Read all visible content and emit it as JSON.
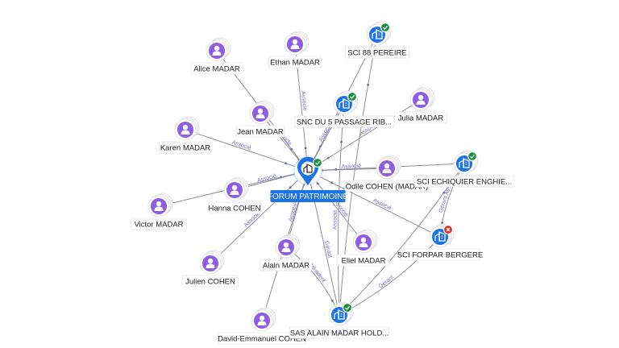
{
  "graph": {
    "center": {
      "id": "forum",
      "label": "FORUM PATRIMOINE",
      "type": "company",
      "icon": "building-pin-icon",
      "status": "active"
    },
    "nodes": [
      {
        "id": "alice",
        "label": "Alice MADAR",
        "type": "person"
      },
      {
        "id": "ethan",
        "label": "Ethan MADAR",
        "type": "person"
      },
      {
        "id": "sci88",
        "label": "SCI 88 PEREIRE",
        "type": "company",
        "status": "active"
      },
      {
        "id": "jean",
        "label": "Jean MADAR",
        "type": "person"
      },
      {
        "id": "snc",
        "label": "SNC DU 5 PASSAGE RIB...",
        "type": "company",
        "status": "active"
      },
      {
        "id": "julia",
        "label": "Julia MADAR",
        "type": "person"
      },
      {
        "id": "karen",
        "label": "Karen MADAR",
        "type": "person"
      },
      {
        "id": "odile",
        "label": "Odile COHEN (MADAR)",
        "type": "person"
      },
      {
        "id": "sciech",
        "label": "SCI ECHIQUIER ENGHIE...",
        "type": "company",
        "status": "active"
      },
      {
        "id": "hanna",
        "label": "Hanna COHEN",
        "type": "person"
      },
      {
        "id": "victor",
        "label": "Victor MADAR",
        "type": "person"
      },
      {
        "id": "julien",
        "label": "Julien COHEN",
        "type": "person"
      },
      {
        "id": "alain",
        "label": "Alain MADAR",
        "type": "person"
      },
      {
        "id": "eliel",
        "label": "Eliel MADAR",
        "type": "person"
      },
      {
        "id": "forpar",
        "label": "SCI FORPAR BERGERE",
        "type": "company",
        "status": "closed"
      },
      {
        "id": "david",
        "label": "David-Emmanuel COHEN",
        "type": "person"
      },
      {
        "id": "sas",
        "label": "SAS ALAIN MADAR HOLD...",
        "type": "company",
        "status": "active"
      }
    ],
    "edges": [
      {
        "from": "alice",
        "to": "forum",
        "label": ""
      },
      {
        "from": "ethan",
        "to": "forum",
        "label": "Associé"
      },
      {
        "from": "sci88",
        "to": "forum",
        "label": ""
      },
      {
        "from": "jean",
        "to": "forum",
        "label": "Associé"
      },
      {
        "from": "snc",
        "to": "forum",
        "label": "Associé"
      },
      {
        "from": "julia",
        "to": "forum",
        "label": "Associé"
      },
      {
        "from": "karen",
        "to": "forum",
        "label": "Associé"
      },
      {
        "from": "odile",
        "to": "forum",
        "label": "Associé"
      },
      {
        "from": "sciech",
        "to": "forum",
        "label": ""
      },
      {
        "from": "hanna",
        "to": "forum",
        "label": "Associé"
      },
      {
        "from": "victor",
        "to": "forum",
        "label": ""
      },
      {
        "from": "julien",
        "to": "forum",
        "label": "Associé"
      },
      {
        "from": "alain",
        "to": "forum",
        "label": "Associé"
      },
      {
        "from": "eliel",
        "to": "forum",
        "label": "Associé"
      },
      {
        "from": "forpar",
        "to": "forum",
        "label": "Associé"
      },
      {
        "from": "sas",
        "to": "forum",
        "label": "Gérant"
      },
      {
        "from": "david",
        "to": "forum",
        "label": ""
      },
      {
        "from": "alain",
        "to": "sas",
        "label": "Président"
      },
      {
        "from": "sas",
        "to": "forpar",
        "label": "Gérant"
      },
      {
        "from": "sciech",
        "to": "forpar",
        "label": "Gérant Associé"
      },
      {
        "from": "sas",
        "to": "snc",
        "label": "Associé"
      },
      {
        "from": "sas",
        "to": "sci88",
        "label": ""
      },
      {
        "from": "sas",
        "to": "sciech",
        "label": ""
      }
    ]
  },
  "colors": {
    "person": "#8e5ce6",
    "company": "#1a73e8",
    "active_badge": "#1e8e3e",
    "closed_badge": "#d93025",
    "edge": "#8f8f99",
    "edge_label": "#7b6fd6"
  }
}
